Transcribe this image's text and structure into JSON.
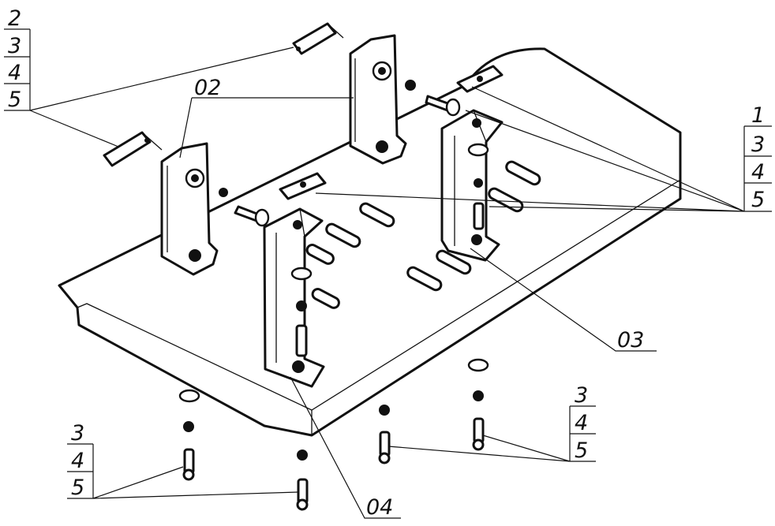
{
  "title": "",
  "callouts": {
    "top_left": [
      "2",
      "3",
      "4",
      "5"
    ],
    "right": [
      "1",
      "3",
      "4",
      "5"
    ],
    "bottom_left": [
      "3",
      "4",
      "5"
    ],
    "bottom_right": [
      "3",
      "4",
      "5"
    ],
    "bracket_02": "02",
    "bracket_03": "03",
    "bracket_04": "04"
  },
  "colors": {
    "line": "#111111",
    "background": "#ffffff"
  }
}
